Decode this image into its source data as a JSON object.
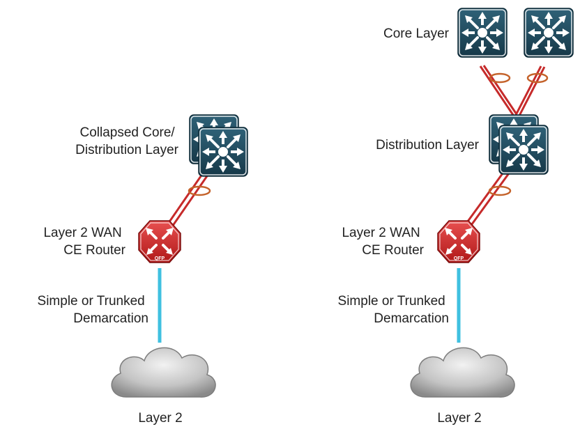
{
  "left_topology": {
    "switch_label_lines": [
      "Collapsed Core/",
      "Distribution Layer"
    ],
    "router_label_lines": [
      "Layer 2 WAN",
      "CE Router"
    ],
    "router_badge": "QFP",
    "demarc_label_lines": [
      "Simple or Trunked",
      "Demarcation"
    ],
    "cloud_label": "Layer 2"
  },
  "right_topology": {
    "core_label": "Core Layer",
    "distribution_label": "Distribution Layer",
    "router_label_lines": [
      "Layer 2 WAN",
      "CE Router"
    ],
    "router_badge": "QFP",
    "demarc_label_lines": [
      "Simple or Trunked",
      "Demarcation"
    ],
    "cloud_label": "Layer 2"
  },
  "colors": {
    "switch_fill": "#1f4a5e",
    "router_fill": "#d42a2a",
    "link_red": "#c62a2a",
    "link_blue": "#3fc0e0",
    "etherchannel_ring": "#c4622a",
    "cloud_fill": "#c8c8c8"
  }
}
